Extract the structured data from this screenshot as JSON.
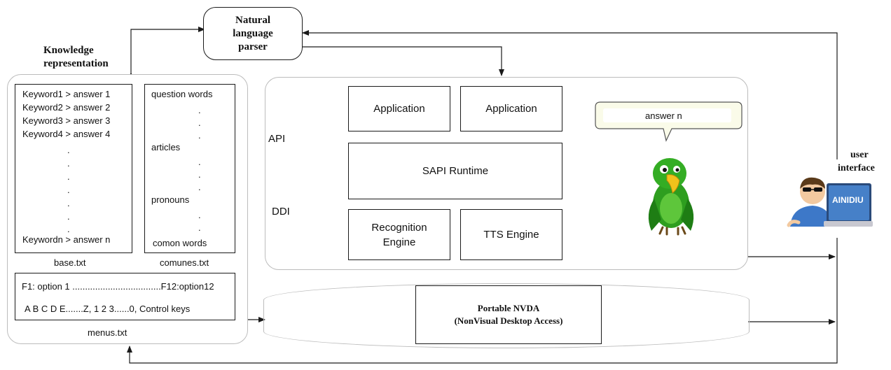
{
  "parser": {
    "line1": "Natural",
    "line2": "language",
    "line3": "parser"
  },
  "knowledge": {
    "line1": "Knowledge",
    "line2": "representation"
  },
  "base": {
    "lines": [
      "Keyword1 > answer 1",
      "Keyword2 > answer 2",
      "Keyword3 > answer 3",
      "Keyword4 > answer 4"
    ],
    "last": "Keywordn > answer n",
    "caption": "base.txt"
  },
  "comunes": {
    "question_words": "question words",
    "articles": "articles",
    "pronouns": "pronouns",
    "common_words": "comon words",
    "caption": "comunes.txt"
  },
  "menus": {
    "line1": "F1: option 1 ...................................F12:option12",
    "line2": "A B C D E.......Z, 1 2 3......0,  Control keys",
    "caption": "menus.txt"
  },
  "sapi": {
    "application_1": "Application",
    "application_2": "Application",
    "runtime": "SAPI Runtime",
    "recognition_line1": "Recognition",
    "recognition_line2": "Engine",
    "tts": "TTS Engine",
    "api_label": "API",
    "ddi_label": "DDI"
  },
  "speech_bubble": {
    "text": "answer n"
  },
  "nvda": {
    "line1": "Portable NVDA",
    "line2": "(NonVisual Desktop Access)"
  },
  "user": {
    "line1": "user",
    "line2": "interface",
    "screen_text": "AINIDIU"
  },
  "colors": {
    "parrot_green": "#2e9e1f",
    "beak": "#f2c21b",
    "screen": "#3d78c8",
    "lines": "#1a1a1a"
  }
}
